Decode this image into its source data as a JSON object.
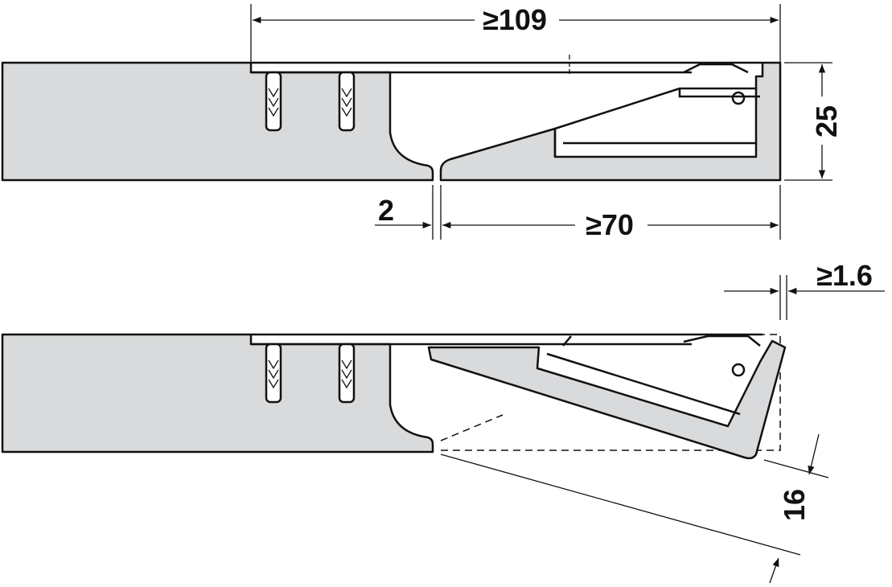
{
  "dimensions": {
    "overall_width": "≥109",
    "thickness": "25",
    "gap": "2",
    "flap_width": "≥70",
    "clearance": "≥1.6",
    "flap_offset": "16"
  },
  "colors": {
    "material": "#d9dadb",
    "line": "#111111"
  }
}
